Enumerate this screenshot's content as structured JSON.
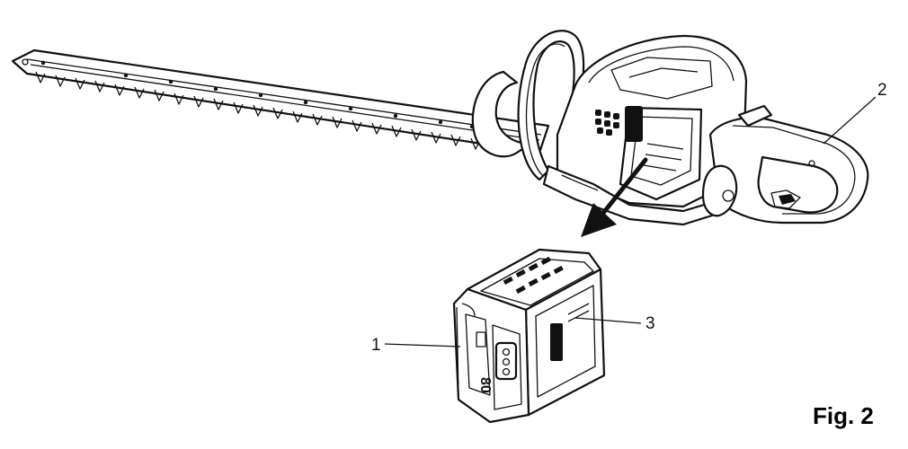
{
  "figure": {
    "caption": "Fig. 2",
    "callouts": [
      {
        "number": "1",
        "part": "battery-pack-front-grip"
      },
      {
        "number": "2",
        "part": "rear-handle"
      },
      {
        "number": "3",
        "part": "battery-pack-label"
      }
    ],
    "battery_marking": "80",
    "arrow_direction": "down-left"
  }
}
